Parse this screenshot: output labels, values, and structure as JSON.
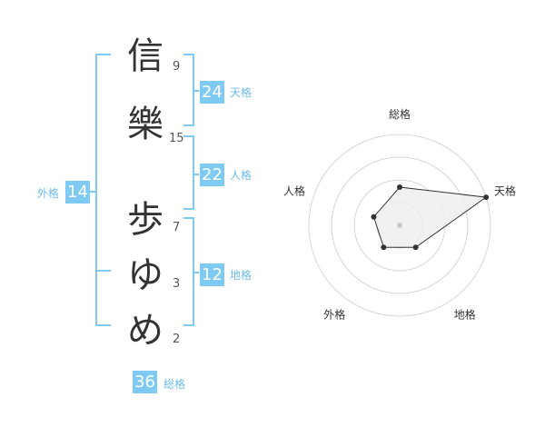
{
  "name": {
    "chars": [
      {
        "char": "信",
        "strokes": "9"
      },
      {
        "char": "樂",
        "strokes": "15"
      },
      {
        "char": "歩",
        "strokes": "7"
      },
      {
        "char": "ゆ",
        "strokes": "3"
      },
      {
        "char": "め",
        "strokes": "2"
      }
    ]
  },
  "fortune": {
    "tenkaku": {
      "label": "天格",
      "value": "24"
    },
    "jinkaku": {
      "label": "人格",
      "value": "22"
    },
    "chikaku": {
      "label": "地格",
      "value": "12"
    },
    "gaikaku": {
      "label": "外格",
      "value": "14"
    },
    "soukaku": {
      "label": "総格",
      "value": "36"
    }
  },
  "colors": {
    "accent": "#7fcaf3",
    "bracket": "#7fcaf3",
    "accent_text": "#6cbbe8",
    "text": "#333333"
  },
  "chart_data": {
    "type": "radar",
    "axes": [
      "総格",
      "天格",
      "地格",
      "外格",
      "人格"
    ],
    "values": [
      0.42,
      1.0,
      0.3,
      0.3,
      0.3
    ],
    "rings": 4,
    "fill": "#efefef",
    "stroke": "#333333",
    "center_marker": true
  }
}
